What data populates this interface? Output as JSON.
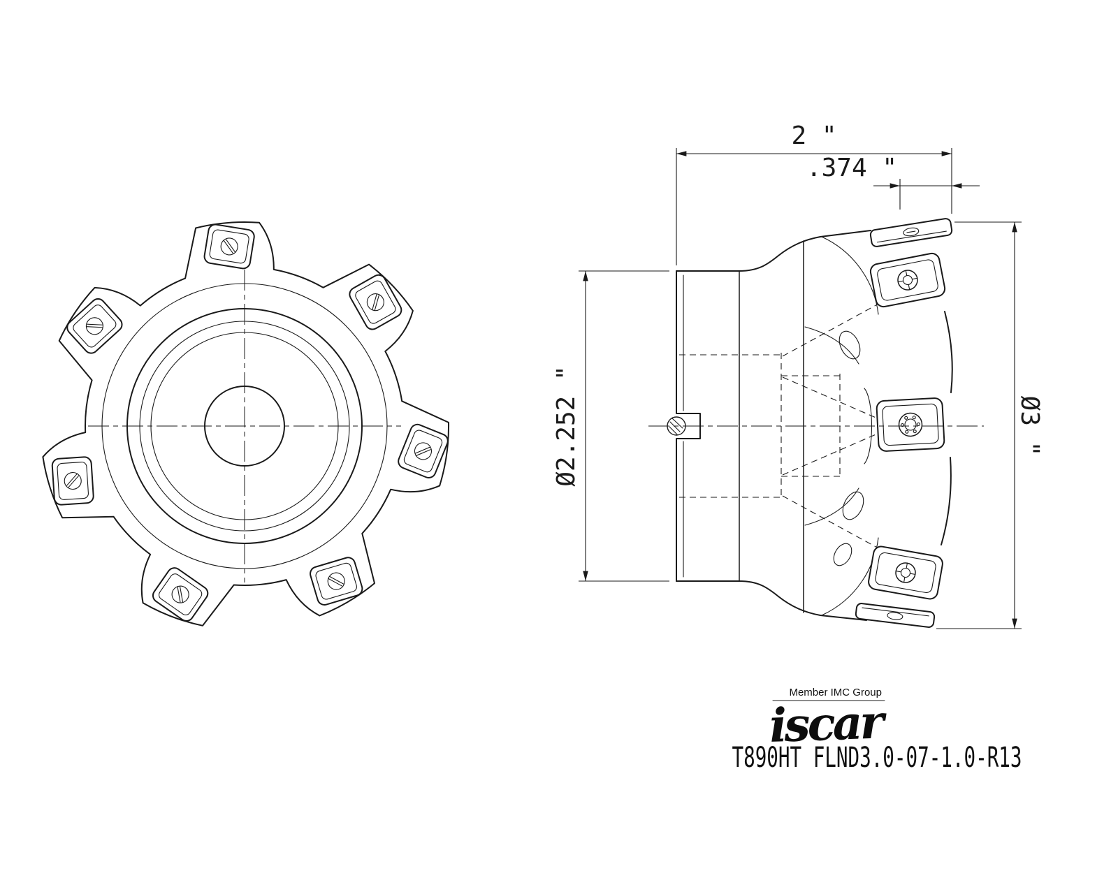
{
  "part_number": "T890HT FLND3.0-07-1.0-R13",
  "logo": {
    "brand": "iscar",
    "member_text": "Member IMC Group"
  },
  "dimensions": {
    "overall_width": "2 \"",
    "insert_width": ".374 \"",
    "hub_diameter": "Ø2.252 \"",
    "cutting_diameter": "Ø3 \""
  },
  "colors": {
    "line": "#1a1a1a",
    "background": "#ffffff"
  }
}
